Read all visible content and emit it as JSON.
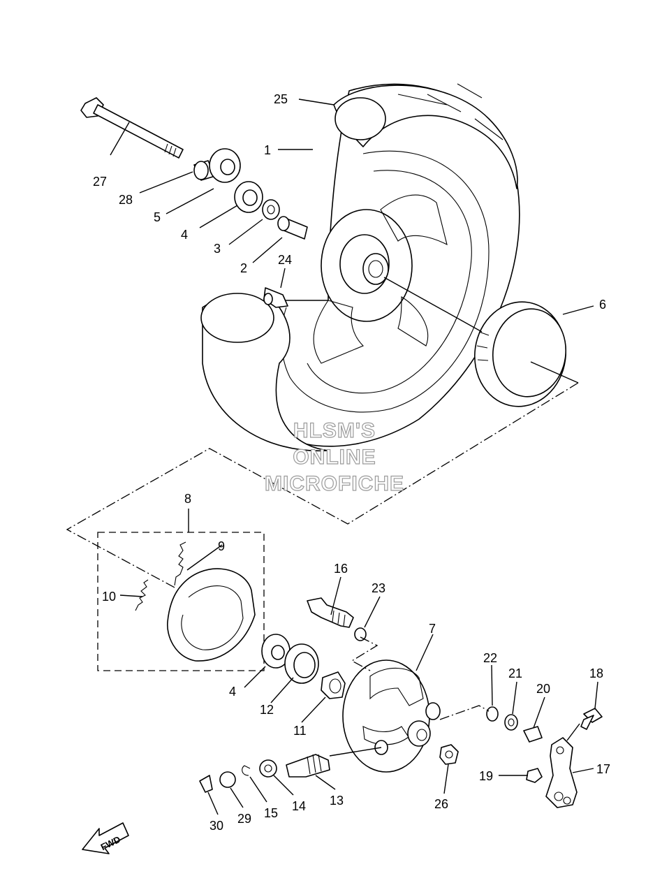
{
  "watermark": {
    "line1": "HLSM'S",
    "line2": "ONLINE",
    "line3": "MICROFICHE"
  },
  "direction_arrow": {
    "label": "FWD",
    "icon": "fwd-arrow-icon"
  },
  "callouts": [
    {
      "id": "c25",
      "text": "25"
    },
    {
      "id": "c1",
      "text": "1"
    },
    {
      "id": "c27",
      "text": "27"
    },
    {
      "id": "c28",
      "text": "28"
    },
    {
      "id": "c5",
      "text": "5"
    },
    {
      "id": "c4a",
      "text": "4"
    },
    {
      "id": "c3",
      "text": "3"
    },
    {
      "id": "c2",
      "text": "2"
    },
    {
      "id": "c24",
      "text": "24"
    },
    {
      "id": "c6",
      "text": "6"
    },
    {
      "id": "c8",
      "text": "8"
    },
    {
      "id": "c9",
      "text": "9"
    },
    {
      "id": "c10",
      "text": "10"
    },
    {
      "id": "c16",
      "text": "16"
    },
    {
      "id": "c23",
      "text": "23"
    },
    {
      "id": "c7",
      "text": "7"
    },
    {
      "id": "c22",
      "text": "22"
    },
    {
      "id": "c21",
      "text": "21"
    },
    {
      "id": "c20",
      "text": "20"
    },
    {
      "id": "c18",
      "text": "18"
    },
    {
      "id": "c4b",
      "text": "4"
    },
    {
      "id": "c12",
      "text": "12"
    },
    {
      "id": "c11",
      "text": "11"
    },
    {
      "id": "c19",
      "text": "19"
    },
    {
      "id": "c17",
      "text": "17"
    },
    {
      "id": "c26",
      "text": "26"
    },
    {
      "id": "c13",
      "text": "13"
    },
    {
      "id": "c14",
      "text": "14"
    },
    {
      "id": "c15",
      "text": "15"
    },
    {
      "id": "c29",
      "text": "29"
    },
    {
      "id": "c30",
      "text": "30"
    }
  ]
}
